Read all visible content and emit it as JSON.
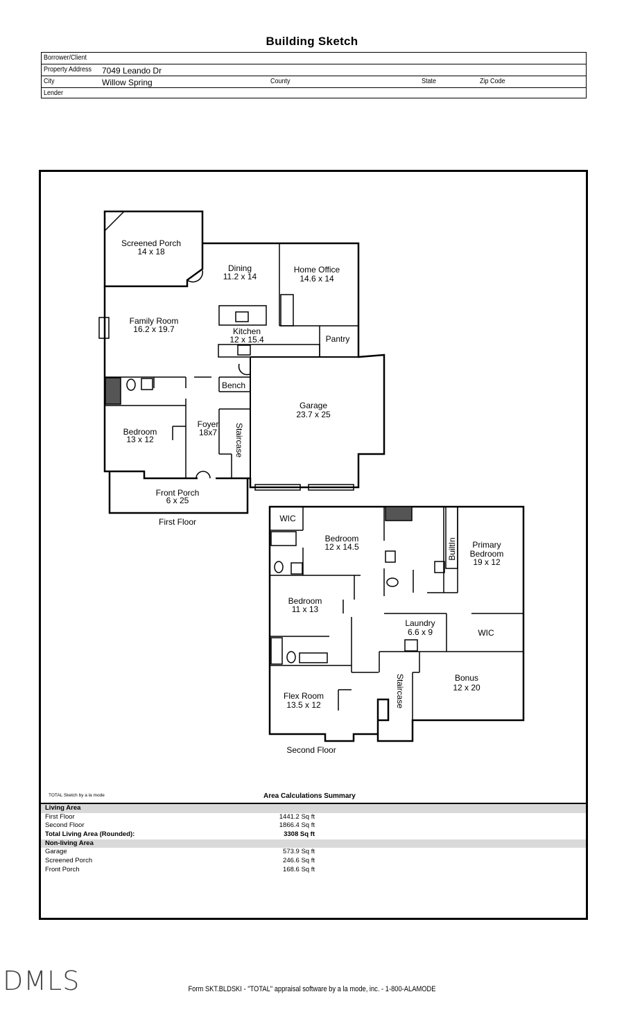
{
  "title": "Building Sketch",
  "header": {
    "borrower_label": "Borrower/Client",
    "property_label": "Property Address",
    "property_value": "7049 Leando Dr",
    "city_label": "City",
    "city_value": "Willow Spring",
    "county_label": "County",
    "state_label": "State",
    "zip_label": "Zip Code",
    "lender_label": "Lender"
  },
  "rooms": {
    "screened_porch": [
      "Screened Porch",
      "14 x 18"
    ],
    "dining": [
      "Dining",
      "11.2 x 14"
    ],
    "home_office": [
      "Home Office",
      "14.6 x 14"
    ],
    "family_room": [
      "Family Room",
      "16.2 x 19.7"
    ],
    "kitchen": [
      "Kitchen",
      "12 x 15.4"
    ],
    "pantry": [
      "Pantry"
    ],
    "bench": [
      "Bench"
    ],
    "garage": [
      "Garage",
      "23.7 x 25"
    ],
    "foyer": [
      "Foyer",
      "18x7"
    ],
    "staircase1": [
      "Staircase"
    ],
    "bedroom1": [
      "Bedroom",
      "13 x 12"
    ],
    "front_porch": [
      "Front Porch",
      "6 x 25"
    ],
    "first_floor": [
      "First Floor"
    ],
    "wic1": [
      "WIC"
    ],
    "bedroom2": [
      "Bedroom",
      "12 x 14.5"
    ],
    "builtin": [
      "BuiltIn"
    ],
    "primary": [
      "Primary",
      "Bedroom",
      "19 x 12"
    ],
    "bedroom3": [
      "Bedroom",
      "11 x 13"
    ],
    "laundry": [
      "Laundry",
      "6.6 x 9"
    ],
    "wic2": [
      "WIC"
    ],
    "staircase2": [
      "Staircase"
    ],
    "bonus": [
      "Bonus",
      "12 x 20"
    ],
    "flex": [
      "Flex Room",
      "13.5 x 12"
    ],
    "second_floor": [
      "Second Floor"
    ]
  },
  "summary": {
    "total_sketch": "TOTAL Sketch by a la mode",
    "title": "Area Calculations Summary",
    "rows": [
      {
        "k": "Living Area",
        "v": "",
        "type": "shade"
      },
      {
        "k": "First Floor",
        "v": "1441.2 Sq ft",
        "type": ""
      },
      {
        "k": "Second Floor",
        "v": "1866.4 Sq ft",
        "type": ""
      },
      {
        "k": "Total Living Area (Rounded):",
        "v": "3308 Sq ft",
        "type": "bold"
      },
      {
        "k": "Non-living Area",
        "v": "",
        "type": "shade"
      },
      {
        "k": "Garage",
        "v": "573.9 Sq ft",
        "type": ""
      },
      {
        "k": "Screened Porch",
        "v": "246.6 Sq ft",
        "type": ""
      },
      {
        "k": "Front Porch",
        "v": "168.6 Sq ft",
        "type": ""
      }
    ]
  },
  "footer": "Form SKT.BLDSKI - \"TOTAL\" appraisal software by a la mode, inc. - 1-800-ALAMODE",
  "logo": "DMLS"
}
